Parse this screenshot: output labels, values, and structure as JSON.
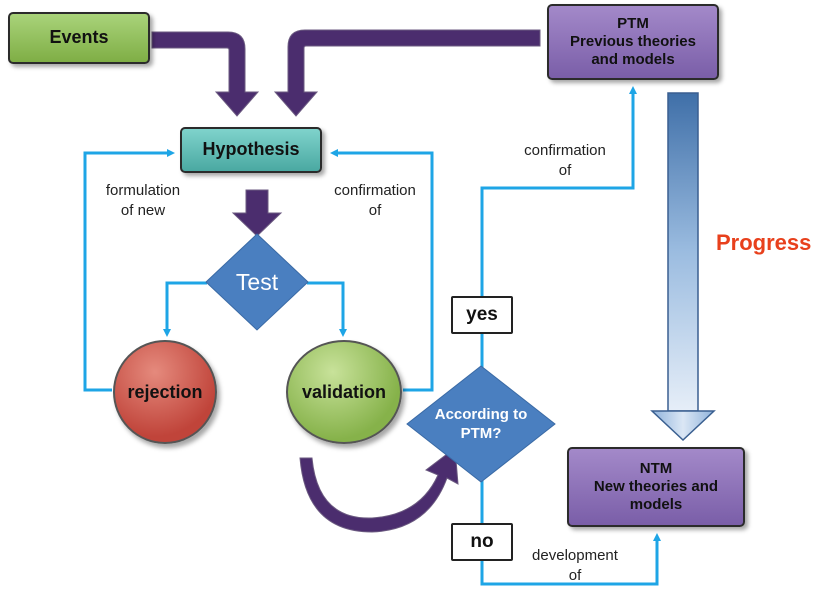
{
  "nodes": {
    "events": "Events",
    "hypothesis": "Hypothesis",
    "test": "Test",
    "rejection": "rejection",
    "validation": "validation",
    "according": "According to PTM?",
    "ptm_line1": "PTM",
    "ptm_line2": "Previous theories",
    "ptm_line3": "and models",
    "ntm_line1": "NTM",
    "ntm_line2": "New theories and",
    "ntm_line3": "models",
    "yes": "yes",
    "no": "no"
  },
  "edge_labels": {
    "formulation_1": "formulation",
    "formulation_2": "of new",
    "confirmation_left_1": "confirmation",
    "confirmation_left_2": "of",
    "confirmation_right_1": "confirmation",
    "confirmation_right_2": "of",
    "development_1": "development",
    "development_2": "of"
  },
  "progress_label": "Progress",
  "colors": {
    "line_blue": "#1ea5e6",
    "dark_purple": "#4b2d6e",
    "diamond_blue": "#4a7fc0",
    "progress_red": "#e8401c"
  }
}
